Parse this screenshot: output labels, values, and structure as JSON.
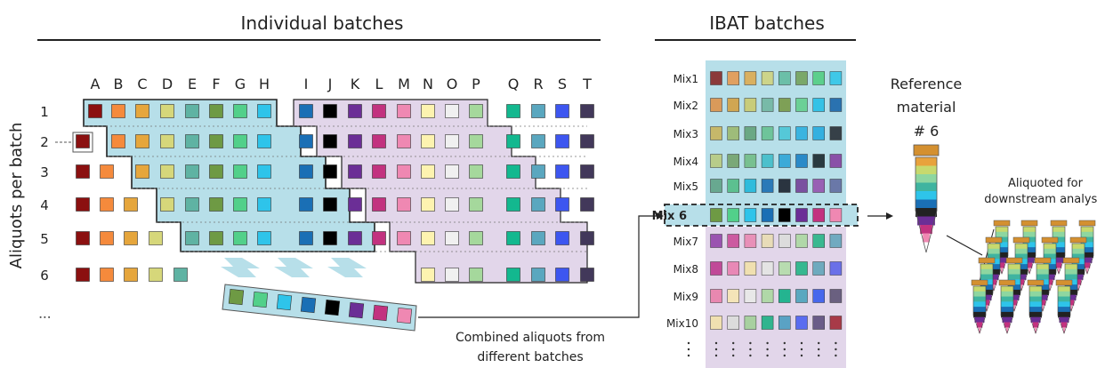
{
  "titles": {
    "individual": "Individual batches",
    "ibat": "IBAT batches"
  },
  "y_axis_label": "Aliquots per batch",
  "columns": [
    "A",
    "B",
    "C",
    "D",
    "E",
    "F",
    "G",
    "H",
    "I",
    "J",
    "K",
    "L",
    "M",
    "N",
    "O",
    "P",
    "Q",
    "R",
    "S",
    "T"
  ],
  "rows": [
    "1",
    "2",
    "3",
    "4",
    "5",
    "6"
  ],
  "continuation": ". . .",
  "colors": {
    "A": "#8b1010",
    "B": "#f58a3c",
    "C": "#e6a63c",
    "D": "#d6d77a",
    "E": "#5fb3a3",
    "F": "#6e9a44",
    "G": "#52d08a",
    "H": "#2ec4ea",
    "I": "#1a6fb5",
    "J": "#000000",
    "K": "#6b2e96",
    "L": "#c2327f",
    "M": "#ef88b2",
    "N": "#fdf3b0",
    "O": "#f0f0f0",
    "P": "#a5d89c",
    "Q": "#13b88f",
    "R": "#5aa7bf",
    "S": "#3d56f0",
    "T": "#42385a"
  },
  "band_colors": {
    "blue": "#b7dfe9",
    "purple": "#e2d6ea"
  },
  "combined_label": [
    "Combined aliquots from",
    "different batches"
  ],
  "mixes": [
    "Mix1",
    "Mix2",
    "Mix3",
    "Mix4",
    "Mix5",
    "Mix6",
    "Mix7",
    "Mix8",
    "Mix9",
    "Mix10"
  ],
  "highlighted_mix": "Mix 6",
  "mix_colors": [
    [
      "#8b3a3a",
      "#e0a060",
      "#d9b060",
      "#cdd48a",
      "#6bbfa8",
      "#7aa86a",
      "#5ccf8c",
      "#3fc8e8"
    ],
    [
      "#d99a5a",
      "#d0a652",
      "#c8cc7a",
      "#78baa8",
      "#7ea056",
      "#6bd096",
      "#34c2e6",
      "#2a72b0"
    ],
    [
      "#c6b86a",
      "#9ebc7a",
      "#6aa884",
      "#6ec49a",
      "#55c8d8",
      "#3ab4e0",
      "#34b0e0",
      "#364048"
    ],
    [
      "#b8cc8a",
      "#7aa878",
      "#78c090",
      "#4cc0cc",
      "#3caad8",
      "#2a8ac8",
      "#2a3a40",
      "#8a50a8"
    ],
    [
      "#68a890",
      "#5cc090",
      "#2fbcdc",
      "#2a7ab8",
      "#2a3440",
      "#7a50a0",
      "#9860b4",
      "#6a78a8"
    ],
    [
      "#6e9a44",
      "#52d08a",
      "#2ec4ea",
      "#1a6fb5",
      "#000000",
      "#6b2e96",
      "#c2327f",
      "#ef88b2"
    ],
    [
      "#9a54b0",
      "#cc5aa0",
      "#e890b8",
      "#e8dcb8",
      "#dcdcdc",
      "#b0d8a8",
      "#3ab890",
      "#70aac0"
    ],
    [
      "#c04a98",
      "#e888b6",
      "#f0e0b0",
      "#e4e4e4",
      "#b8dcb0",
      "#36b890",
      "#6eaabe",
      "#6a70e8"
    ],
    [
      "#e888b0",
      "#f4e4b8",
      "#e8e8e8",
      "#b0d8a8",
      "#24b490",
      "#5aa8c0",
      "#4868ec",
      "#6a6080"
    ],
    [
      "#f0e0b0",
      "#dcdcdc",
      "#a8d0a0",
      "#30b48e",
      "#5aa2c4",
      "#5a6cf0",
      "#6a5c88",
      "#a83a48"
    ]
  ],
  "reference": [
    "Reference",
    "material",
    "# 6"
  ],
  "aliquoted_label": [
    "Aliquoted for",
    "downstream analysis"
  ],
  "ref_tube_bands": [
    "#e8a23c",
    "#c7d96e",
    "#8ed6a0",
    "#3fb4a0",
    "#2ec4ea",
    "#1a6fb5",
    "#222222",
    "#6b2e96",
    "#c2327f",
    "#ef88b2"
  ]
}
